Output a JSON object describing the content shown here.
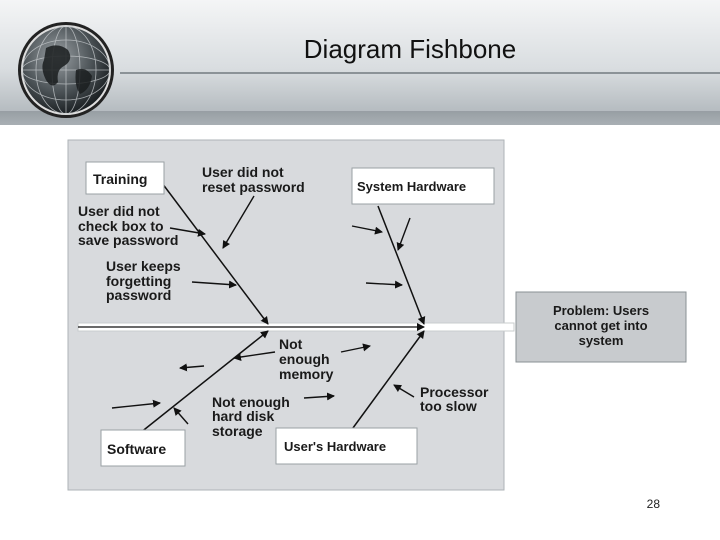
{
  "slide": {
    "title": "Diagram Fishbone",
    "page_number": "28"
  },
  "diagram": {
    "problem": [
      "Problem: Users",
      "cannot get into",
      "system"
    ],
    "categories": {
      "training": "Training",
      "system_hardware": "System Hardware",
      "software": "Software",
      "users_hardware": "User's Hardware"
    },
    "causes": {
      "reset_password": [
        "User did not",
        "reset password"
      ],
      "check_box": [
        "User did not",
        "check box to",
        "save password"
      ],
      "forgetting": [
        "User keeps",
        "forgetting",
        "password"
      ],
      "memory": [
        "Not",
        "enough",
        "memory"
      ],
      "disk": [
        "Not enough",
        "hard disk",
        "storage"
      ],
      "processor": [
        "Processor",
        "too slow"
      ]
    }
  }
}
